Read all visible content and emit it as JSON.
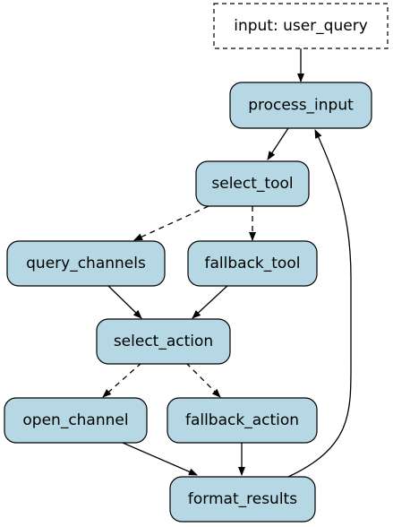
{
  "nodes": {
    "input": "input: user_query",
    "process_input": "process_input",
    "select_tool": "select_tool",
    "query_channels": "query_channels",
    "fallback_tool": "fallback_tool",
    "select_action": "select_action",
    "open_channel": "open_channel",
    "fallback_action": "fallback_action",
    "format_results": "format_results"
  },
  "colors": {
    "node_fill": "#b5d8e4",
    "stroke": "#000000"
  }
}
